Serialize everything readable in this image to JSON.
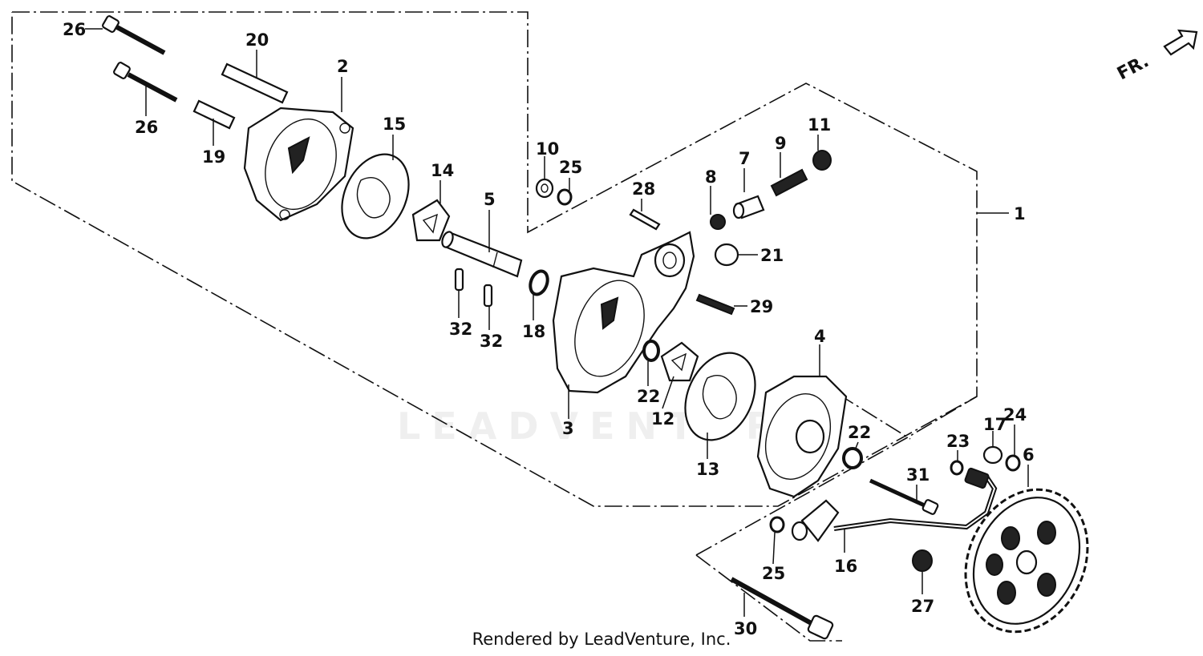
{
  "diagram": {
    "watermark": "LEADVENTURE",
    "front_marker": "FR.",
    "footer": "Rendered by LeadVenture, Inc.",
    "callouts": [
      "26",
      "26",
      "20",
      "19",
      "2",
      "15",
      "10",
      "25",
      "14",
      "5",
      "28",
      "8",
      "7",
      "9",
      "11",
      "21",
      "1",
      "29",
      "32",
      "32",
      "18",
      "3",
      "22",
      "12",
      "13",
      "4",
      "22",
      "23",
      "17",
      "24",
      "6",
      "31",
      "16",
      "25",
      "27",
      "30"
    ]
  }
}
